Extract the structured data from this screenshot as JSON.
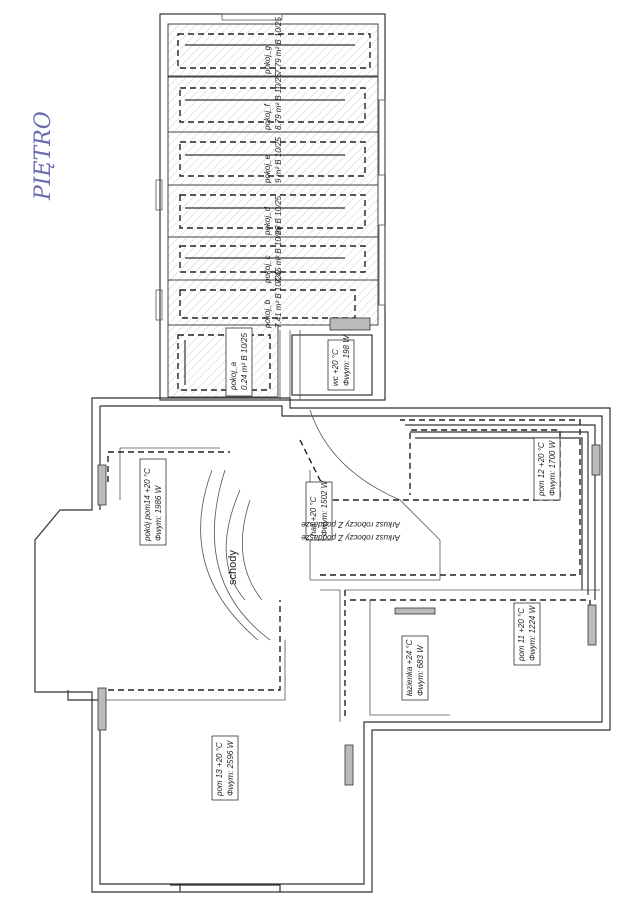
{
  "handwritten_title": "PIĘTRO",
  "floor_heating_zones": [
    {
      "name": "pokoj_a",
      "spec": "0.24 m² B 10/25"
    },
    {
      "name": "pokoj_b",
      "spec": "7.41 m² B 10/25"
    },
    {
      "name": "pokoj_c",
      "spec": "7.45 m² B 10/25"
    },
    {
      "name": "pokoj_d",
      "spec": "m² B 10/25"
    },
    {
      "name": "pokoj_e",
      "spec": "9 m² B 10/25"
    },
    {
      "name": "pokoj_f",
      "spec": "8.79 m² B 10/25"
    },
    {
      "name": "pokoj_g",
      "spec": "7.79 m² B 10/25"
    }
  ],
  "rooms": {
    "wc": {
      "name": "wc  +20 °C",
      "load": "Φwym: 198 W"
    },
    "hall": {
      "name": "hall  +20 °C",
      "load": "Φwym: 1502 W"
    },
    "pom12": {
      "name": "pom 12  +20 °C",
      "load": "Φwym: 1700 W"
    },
    "pom11": {
      "name": "pom 11  +20 °C",
      "load": "Φwym: 1224 W"
    },
    "lazienka": {
      "name": "łazienka  +24 °C",
      "load": "Φwym: 683 W"
    },
    "pom14": {
      "name": "pokój pom14  +20 °C",
      "load": "Φwym: 1986 W"
    },
    "pom13": {
      "name": "pom 13  +20 °C",
      "load": "Φwym: 2596 W"
    }
  },
  "stairs_label": "schody",
  "sheet_note": "Arkusz roboczy Z poddasze"
}
